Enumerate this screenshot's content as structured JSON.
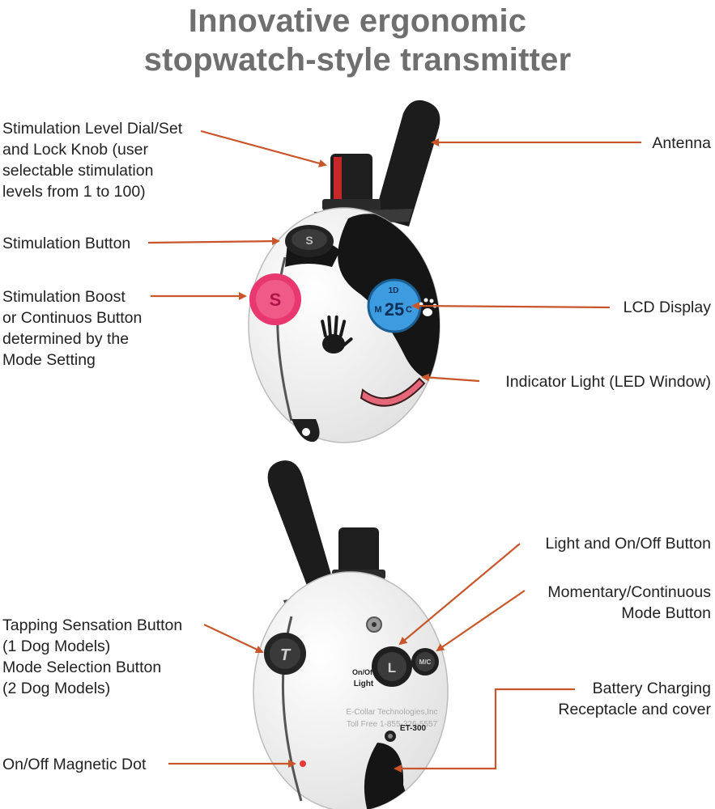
{
  "title": {
    "line1": "Innovative ergonomic",
    "line2": "stopwatch-style transmitter"
  },
  "labels": {
    "stim_dial": [
      "Stimulation Level Dial/Set",
      "and Lock Knob (user",
      "selectable stimulation",
      "levels from 1 to 100)"
    ],
    "antenna": "Antenna",
    "stim_button": "Stimulation Button",
    "boost": [
      "Stimulation Boost",
      "or Continuos Button",
      "determined by the",
      "Mode Setting"
    ],
    "lcd": "LCD Display",
    "indicator": "Indicator Light (LED Window)",
    "light_onoff": "Light and On/Off Button",
    "momentary": [
      "Momentary/Continuous",
      "Mode Button"
    ],
    "tapping": [
      "Tapping Sensation Button",
      "(1 Dog Models)",
      "Mode Selection Button",
      "(2 Dog Models)"
    ],
    "battery": [
      "Battery Charging",
      "Receptacle and cover"
    ],
    "magnetic": "On/Off Magnetic Dot"
  },
  "device": {
    "lcd_top": "1D",
    "lcd_mode": "M",
    "lcd_value": "25",
    "lcd_unit": "C",
    "button_s": "S",
    "button_boost": "S",
    "button_t": "T",
    "button_l": "L",
    "button_mc": "M/C",
    "onoff_label": "On/Off",
    "light_label": "Light",
    "maker": "E-Collar Technologies,Inc",
    "tollfree": "Toll Free 1-855-326-5557",
    "model": "ET-300"
  },
  "colors": {
    "title": "#6f6f6f",
    "arrow": "#c8562a",
    "body": "#f1f1f1",
    "dark": "#1b1b1b",
    "pink": "#e8386f",
    "lcd": "#3d9be0",
    "led": "#e5687a"
  }
}
